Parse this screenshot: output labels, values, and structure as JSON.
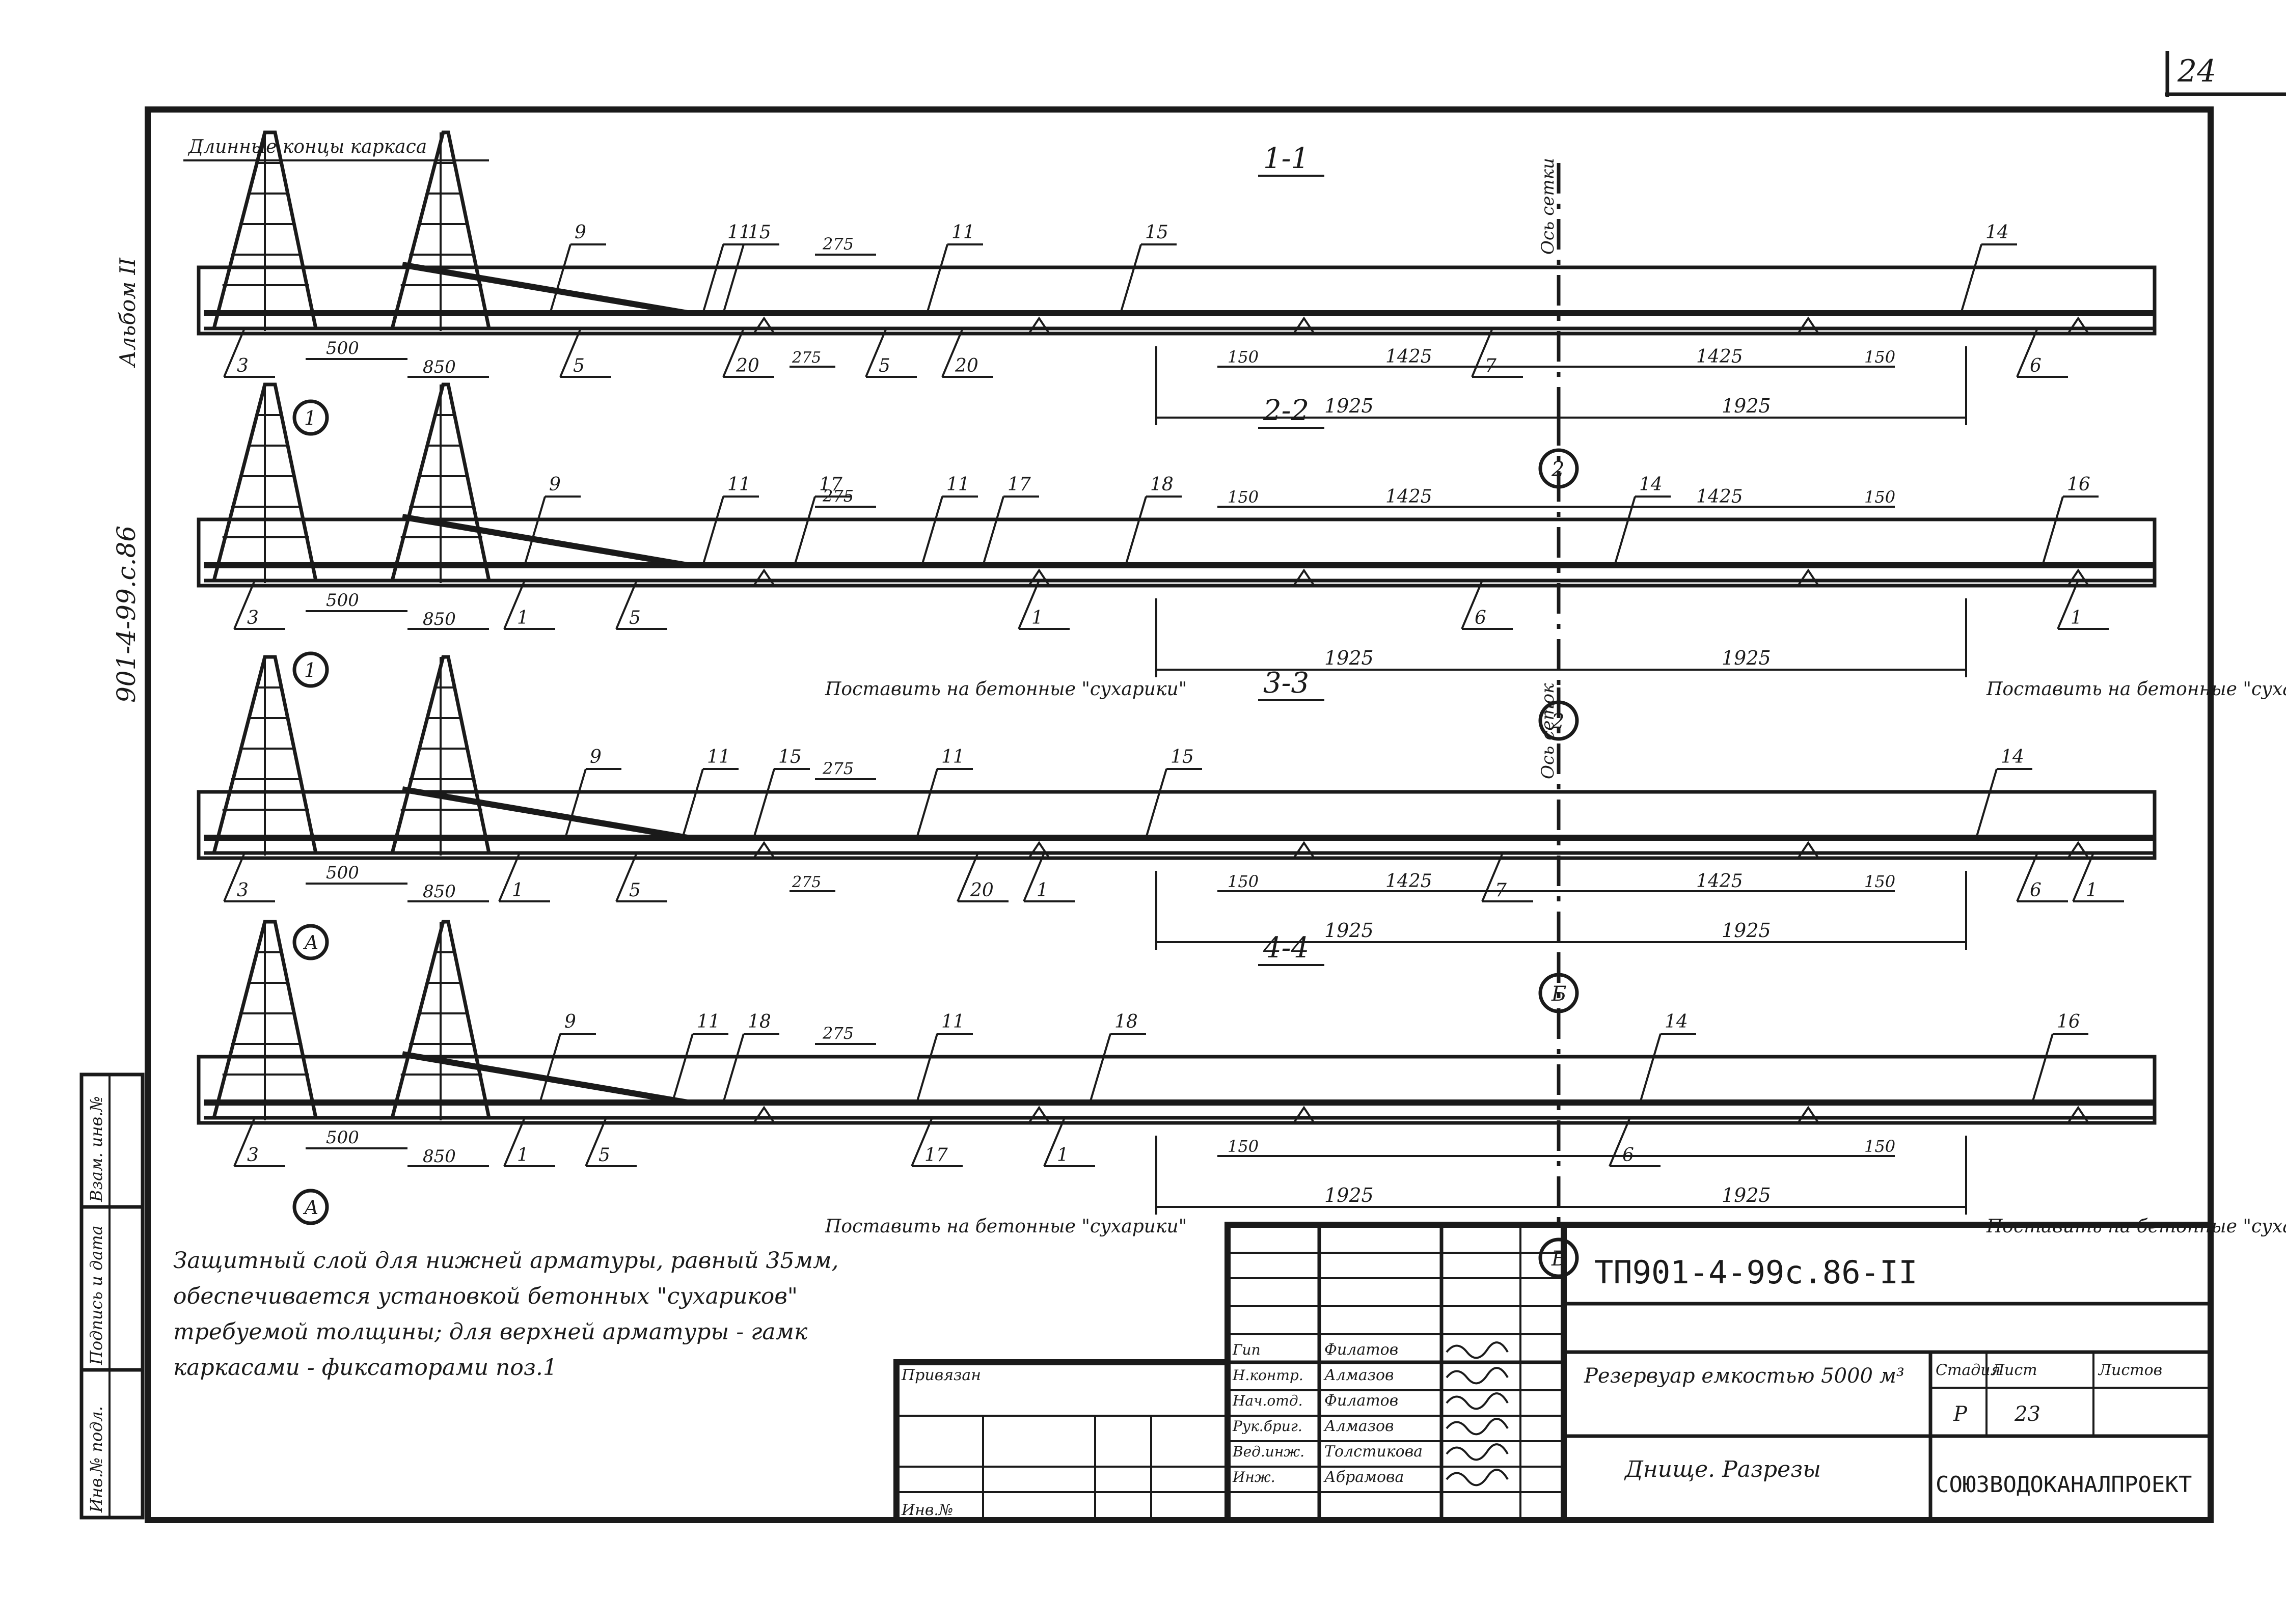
{
  "sheet_number": "24",
  "left_margin": {
    "album": "Альбом II",
    "code": "901-4-99.с.86",
    "stamp_cells": [
      "Взам. инв.№",
      "Подпись и дата",
      "Инв.№ подл."
    ]
  },
  "note_top": "Длинные концы каркаса",
  "sections": [
    {
      "title": "1-1",
      "axis_label": "Ось сетки",
      "axis_marker": "2",
      "bottom_marker": "1",
      "upper_leaders": [
        "9",
        "15",
        "11",
        "11",
        "15",
        "14"
      ],
      "lower_leaders": [
        "3",
        "5",
        "20",
        "5",
        "20",
        "7",
        "6"
      ],
      "dims": {
        "a": "500",
        "b": "850",
        "c": "275",
        "d": "275",
        "e": "150",
        "f": "1425",
        "g": "1425",
        "h": "150",
        "i": "1925",
        "j": "1925"
      }
    },
    {
      "title": "2-2",
      "axis_label": "",
      "axis_marker": "2",
      "bottom_marker": "1",
      "upper_leaders": [
        "9",
        "17",
        "11",
        "11",
        "17",
        "18",
        "14",
        "16"
      ],
      "lower_leaders": [
        "3",
        "1",
        "5",
        "1",
        "6",
        "1"
      ],
      "dims": {
        "a": "500",
        "b": "850",
        "c": "275",
        "e": "150",
        "f": "1425",
        "g": "1425",
        "h": "150",
        "i": "1925",
        "j": "1925"
      },
      "note_left": "Поставить на бетонные \"сухарики\"",
      "note_right": "Поставить на бетонные \"сухарики\""
    },
    {
      "title": "3-3",
      "axis_label": "Ось сеток",
      "axis_marker": "Б",
      "bottom_marker": "А",
      "upper_leaders": [
        "9",
        "11",
        "15",
        "11",
        "15",
        "14"
      ],
      "lower_leaders": [
        "3",
        "1",
        "5",
        "20",
        "1",
        "7",
        "6",
        "1"
      ],
      "dims": {
        "a": "500",
        "b": "850",
        "c": "275",
        "d": "275",
        "e": "150",
        "f": "1425",
        "g": "1425",
        "h": "150",
        "i": "1925",
        "j": "1925"
      }
    },
    {
      "title": "4-4",
      "axis_label": "",
      "axis_marker": "Б",
      "bottom_marker": "А",
      "upper_leaders": [
        "9",
        "11",
        "18",
        "11",
        "18",
        "14",
        "16"
      ],
      "lower_leaders": [
        "3",
        "1",
        "5",
        "17",
        "1",
        "6"
      ],
      "dims": {
        "a": "500",
        "b": "850",
        "c": "275",
        "e": "150",
        "h": "150",
        "i": "1925",
        "j": "1925"
      },
      "note_left": "Поставить на бетонные \"сухарики\"",
      "note_right": "Поставить на бетонные \"сухарики\""
    }
  ],
  "general_note": [
    "Защитный слой для нижней арматуры, равный 35мм,",
    "обеспечивается установкой бетонных \"сухариков\"",
    "требуемой толщины; для верхней арматуры - гамк",
    "каркасами - фиксаторами поз.1"
  ],
  "title_block": {
    "doc_code": "ТП901-4-99с.86-II",
    "privyazan": "Привязан",
    "inv": "Инв.№",
    "roles": [
      {
        "role": "Гип",
        "name": "Филатов"
      },
      {
        "role": "Н.контр.",
        "name": "Алмазов"
      },
      {
        "role": "Нач.отд.",
        "name": "Филатов"
      },
      {
        "role": "Рук.бриг.",
        "name": "Алмазов"
      },
      {
        "role": "Вед.инж.",
        "name": "Толстикова"
      },
      {
        "role": "Инж.",
        "name": "Абрамова"
      }
    ],
    "project": "Резервуар емкостью 5000 м³",
    "drawing": "Днище. Разрезы",
    "stage_label": "Стадия",
    "sheet_label": "Лист",
    "sheets_label": "Листов",
    "stage": "Р",
    "sheet": "23",
    "org": "СОЮЗВОДОКАНАЛПРОЕКТ"
  }
}
